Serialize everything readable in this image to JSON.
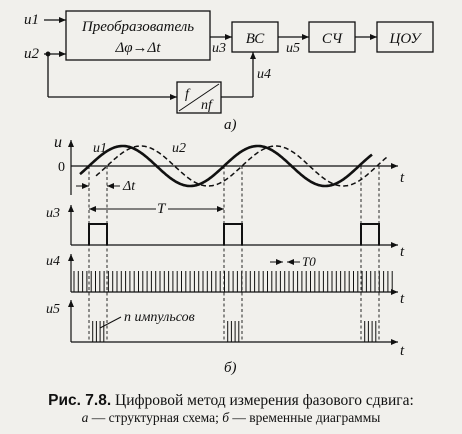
{
  "block_diagram": {
    "inputs": [
      "u1",
      "u2"
    ],
    "converter": {
      "line1": "Преобразователь",
      "line2": "Δφ→Δt"
    },
    "vs": "ВС",
    "counter": "СЧ",
    "display": "ЦОУ",
    "divider": {
      "numerator": "f",
      "denominator": "nf"
    },
    "signals": {
      "u3": "u3",
      "u4": "u4",
      "u5": "u5"
    },
    "sublabel": "а)"
  },
  "timing_diagram": {
    "axis_u": "u",
    "axis_t": "t",
    "zero": "0",
    "curve_labels": [
      "u1",
      "u2"
    ],
    "dt_label": "Δt",
    "period_label": "T",
    "rows": [
      "u3",
      "u4",
      "u5"
    ],
    "t0_label": "T0",
    "pulses_label": "n импульсов",
    "sublabel": "б)"
  },
  "caption": {
    "fig": "Рис. 7.8.",
    "title": "Цифровой метод измерения фазового сдвига:",
    "line2_a": "а",
    "line2_a_text": " — структурная схема; ",
    "line2_b": "б",
    "line2_b_text": " — временные диаграммы"
  }
}
